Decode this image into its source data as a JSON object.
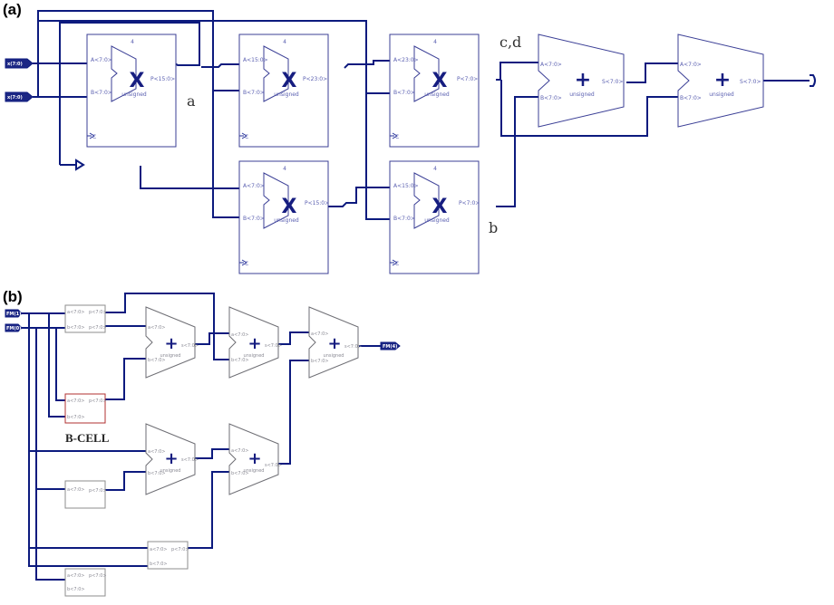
{
  "panel_a": {
    "label": "(a)",
    "inputs": [
      "x(7:0)",
      "x(7:0)"
    ],
    "mult_symbol": "X",
    "add_symbol": "+",
    "op_subtitle": "unsigned",
    "count_label": "4",
    "clk_pin": "C",
    "annotations": {
      "a": "a",
      "b": "b",
      "cd": "c,d"
    },
    "mult1": {
      "in_a": "A<7:0>",
      "in_b": "B<7:0>",
      "out": "P<15:0>"
    },
    "mult2": {
      "in_a": "A<15:0>",
      "in_b": "B<7:0>",
      "out": "P<23:0>"
    },
    "mult3": {
      "in_a": "A<23:0>",
      "in_b": "B<7:0>",
      "out": "P<7:0>"
    },
    "mult4": {
      "in_a": "A<7:0>",
      "in_b": "B<7:0>",
      "out": "P<15:0>"
    },
    "mult5": {
      "in_a": "A<15:0>",
      "in_b": "B<7:0>",
      "out": "P<7:0>"
    },
    "add1": {
      "in_a": "A<7:0>",
      "in_b": "B<7:0>",
      "out": "S<7:0>"
    },
    "add2": {
      "in_a": "A<7:0>",
      "in_b": "B<7:0>",
      "out": "S<7:0>"
    }
  },
  "panel_b": {
    "label": "(b)",
    "inputs": [
      "FM(1)",
      "FM(0)"
    ],
    "output": "FM(4)",
    "add_symbol": "+",
    "op_subtitle": "unsigned",
    "cell_label": "B-CELL",
    "cell_pin_in_a": "a<7:0>",
    "cell_pin_in_b": "b<7:0>",
    "cell_pin_out": "p<7:0>",
    "add_pin_a": "a<7:0>",
    "add_pin_b": "b<7:0>",
    "add_pin_out": "s<7:0>"
  },
  "colors": {
    "wire": "#0c1a7e",
    "block": "#3b3f96",
    "highlight_cell": "#b03030",
    "faded_block": "#8d8d8d"
  }
}
